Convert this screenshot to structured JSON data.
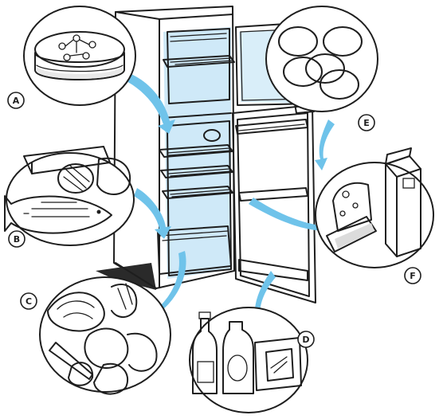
{
  "labels": {
    "a": "A",
    "b": "B",
    "c": "C",
    "d": "D",
    "e": "E",
    "f": "F"
  },
  "colors": {
    "ink": "#1e1e1e",
    "cold_zone": "#cfe9f8",
    "arrow": "#6fc3ea",
    "shelf_shadow": "#2a2a2a"
  },
  "icons": [
    "fridge-illustration",
    "cake-icon",
    "fish-icon",
    "meat-icon",
    "vegetables-icon",
    "bottles-icon",
    "eggs-icon",
    "cheese-icon",
    "milk-carton-icon"
  ]
}
